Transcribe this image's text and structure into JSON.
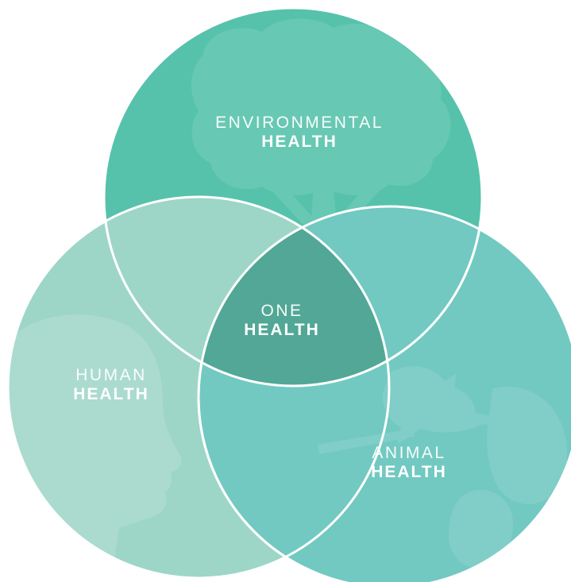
{
  "diagram": {
    "colors": {
      "environmental": "#56c2ab",
      "human": "#9dd6c6",
      "animal": "#72c9c1",
      "center": "#52a796",
      "outline": "#ffffff",
      "text": "#ffffff"
    },
    "circles": {
      "environmental": {
        "line1": "ENVIRONMENTAL",
        "line2": "HEALTH",
        "icon": "tree-silhouette-icon"
      },
      "human": {
        "line1": "HUMAN",
        "line2": "HEALTH",
        "icon": "human-head-silhouette-icon"
      },
      "animal": {
        "line1": "ANIMAL",
        "line2": "HEALTH",
        "icon": "bird-branch-silhouette-icon"
      }
    },
    "center": {
      "line1": "ONE",
      "line2": "HEALTH"
    }
  }
}
